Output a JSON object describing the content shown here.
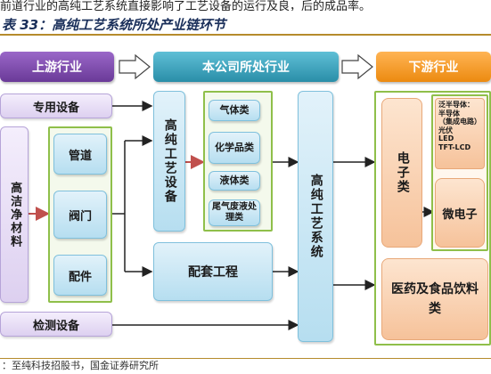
{
  "intro_line": "前道行业的高纯工艺系统直接影响了工艺设备的运行及良，后的成品率。",
  "caption": "表 33：高纯工艺系统所处产业链环节",
  "headers": {
    "upstream": "上游行业",
    "company": "本公司所处行业",
    "downstream": "下游行业"
  },
  "upstream": {
    "special_equipment": "专用设备",
    "high_purity_materials": "高洁净材料",
    "materials": [
      "管道",
      "阀门",
      "配件"
    ],
    "testing_equipment": "检测设备"
  },
  "company": {
    "process_equipment": "高纯工艺设备",
    "equipment_types": [
      "气体类",
      "化学品类",
      "液体类",
      "尾气废液处理类"
    ],
    "supporting_works": "配套工程",
    "system": "高纯工艺系统"
  },
  "downstream": {
    "electronics": "电子类",
    "electronics_list": "泛半导体：\n半导体\n（集成电路）\n光伏\nLED\nTFT-LCD",
    "microelectronics": "微电子",
    "pharma_food": "医药及食品饮料类"
  },
  "source": "：至纯科技招股书，国金证券研究所",
  "colors": {
    "purple": "#7b4aa8",
    "teal": "#3aa0bb",
    "orange": "#f49a25",
    "green_frame": "#8fbf4a",
    "arrow_red": "#c0504d"
  }
}
